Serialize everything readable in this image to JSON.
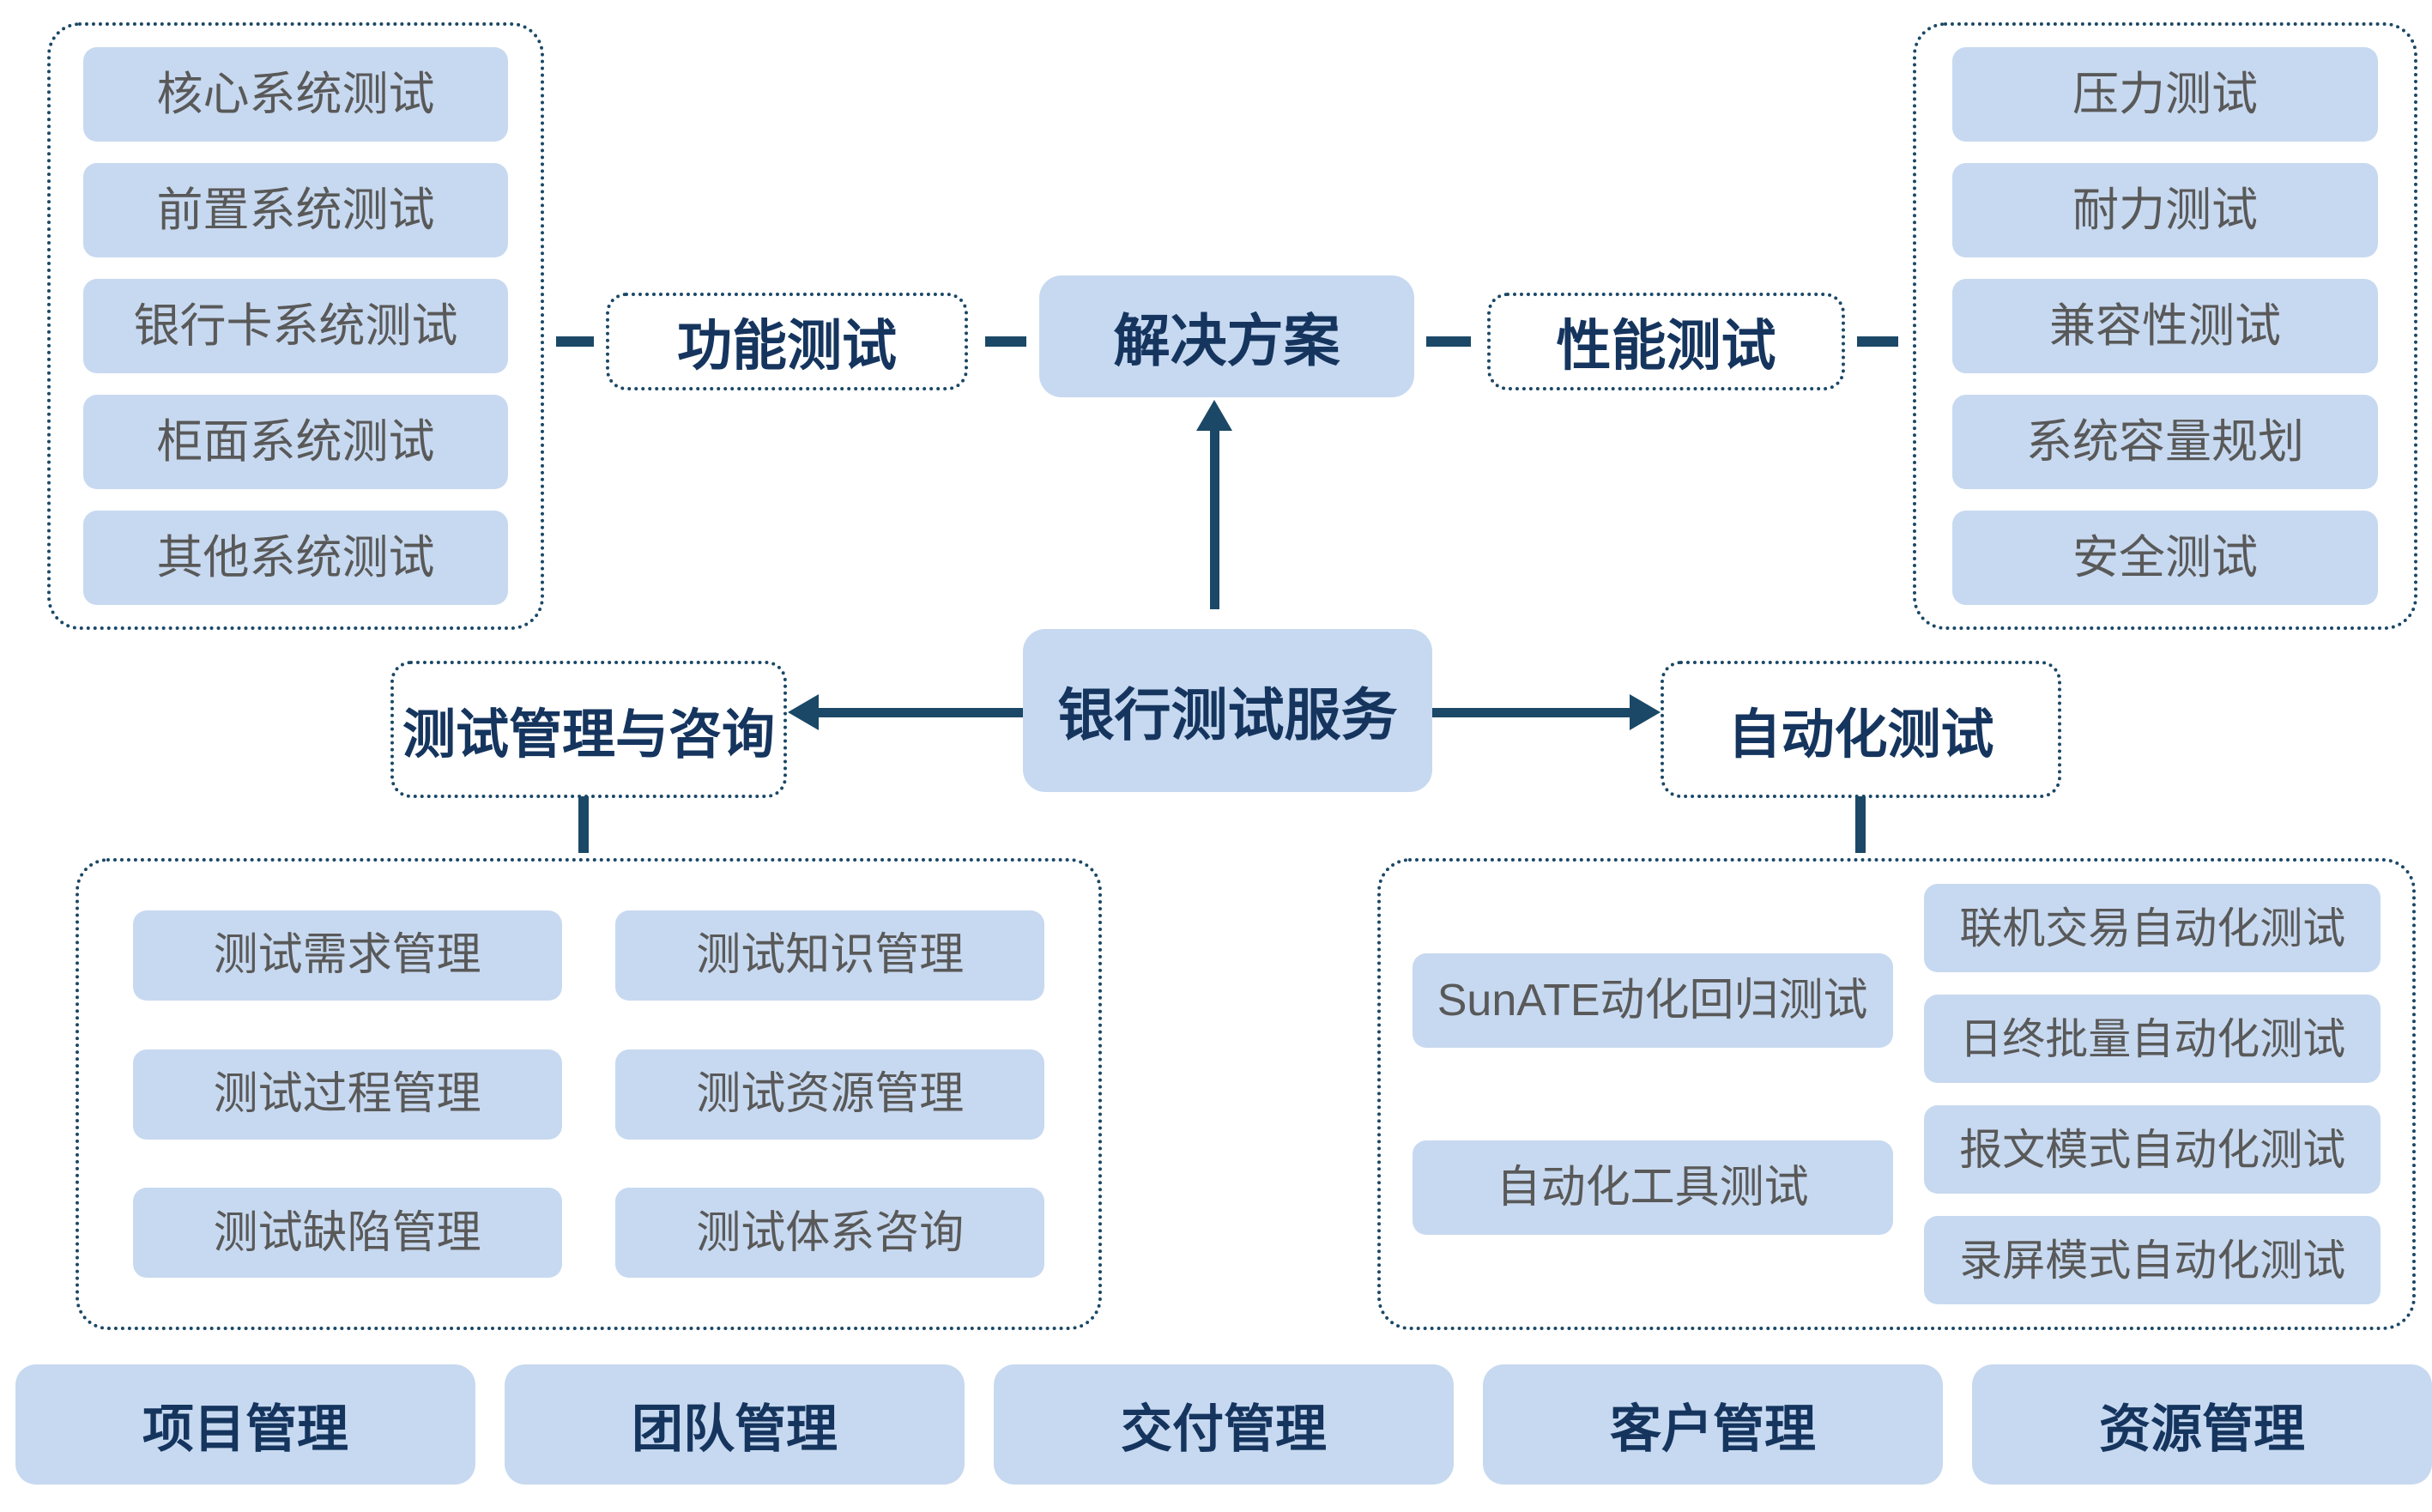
{
  "nodes": {
    "root": "银行测试服务",
    "solution": "解决方案",
    "functional": "功能测试",
    "performance": "性能测试",
    "management": "测试管理与咨询",
    "automation": "自动化测试"
  },
  "functional_items": [
    "核心系统测试",
    "前置系统测试",
    "银行卡系统测试",
    "柜面系统测试",
    "其他系统测试"
  ],
  "performance_items": [
    "压力测试",
    "耐力测试",
    "兼容性测试",
    "系统容量规划",
    "安全测试"
  ],
  "management_items_col1": [
    "测试需求管理",
    "测试过程管理",
    "测试缺陷管理"
  ],
  "management_items_col2": [
    "测试知识管理",
    "测试资源管理",
    "测试体系咨询"
  ],
  "automation_tools": [
    "SunATE动化回归测试",
    "自动化工具测试"
  ],
  "automation_modes": [
    "联机交易自动化测试",
    "日终批量自动化测试",
    "报文模式自动化测试",
    "录屏模式自动化测试"
  ],
  "footer_items": [
    "项目管理",
    "团队管理",
    "交付管理",
    "客户管理",
    "资源管理"
  ],
  "colors": {
    "box_fill": "#c7d9f0",
    "navy": "#15355e",
    "border": "#1b4866",
    "gray": "#595959"
  }
}
